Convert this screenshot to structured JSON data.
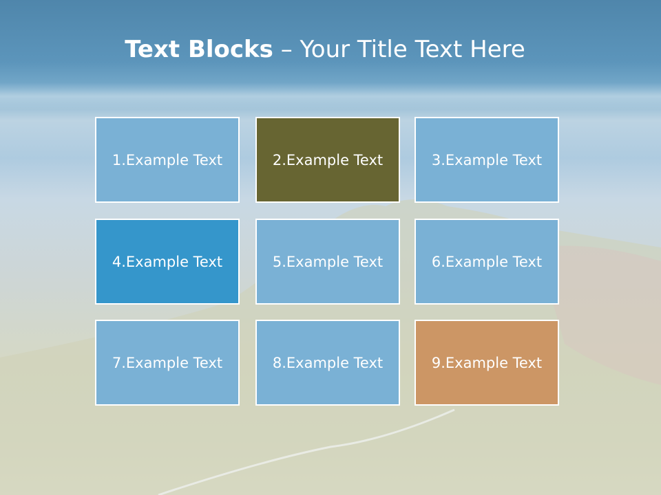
{
  "slide": {
    "title_bold": "Text Blocks",
    "title_dash": " – ",
    "title_rest": "Your Title Text Here"
  },
  "blocks": [
    {
      "label": "1.Example Text",
      "color": "#7ab1d5"
    },
    {
      "label": "2.Example Text",
      "color": "#676532"
    },
    {
      "label": "3.Example Text",
      "color": "#7ab1d5"
    },
    {
      "label": "4.Example Text",
      "color": "#3596cb"
    },
    {
      "label": "5.Example Text",
      "color": "#7ab1d5"
    },
    {
      "label": "6.Example Text",
      "color": "#7ab1d5"
    },
    {
      "label": "7.Example Text",
      "color": "#7ab1d5"
    },
    {
      "label": "8.Example Text",
      "color": "#7ab1d5"
    },
    {
      "label": "9.Example Text",
      "color": "#cc9665"
    }
  ]
}
